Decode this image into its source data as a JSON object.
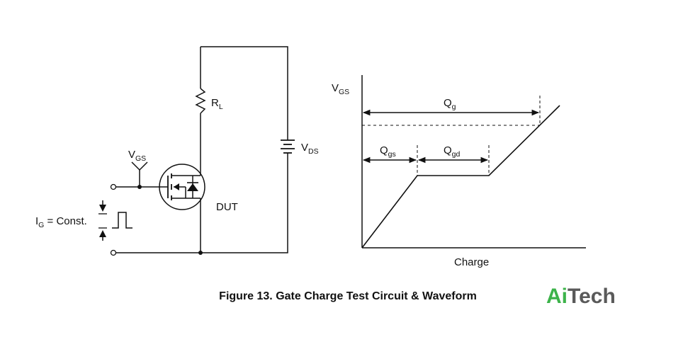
{
  "circuit": {
    "rl_label": {
      "main": "R",
      "sub": "L"
    },
    "vds_label": {
      "main": "V",
      "sub": "DS"
    },
    "vgs_label": {
      "main": "V",
      "sub": "GS"
    },
    "dut_label": "DUT",
    "ig_label": {
      "main": "I",
      "sub": "G",
      "rest": " = Const."
    }
  },
  "waveform": {
    "y_axis_label": {
      "main": "V",
      "sub": "GS"
    },
    "x_axis_label": "Charge",
    "qg_label": {
      "main": "Q",
      "sub": "g"
    },
    "qgs_label": {
      "main": "Q",
      "sub": "gs"
    },
    "qgd_label": {
      "main": "Q",
      "sub": "gd"
    }
  },
  "caption": "Figure 13. Gate Charge Test Circuit & Waveform",
  "logo": {
    "part1": "Ai",
    "part2": "Tech",
    "color1": "#3cb34a",
    "color2": "#5a5a5a"
  }
}
